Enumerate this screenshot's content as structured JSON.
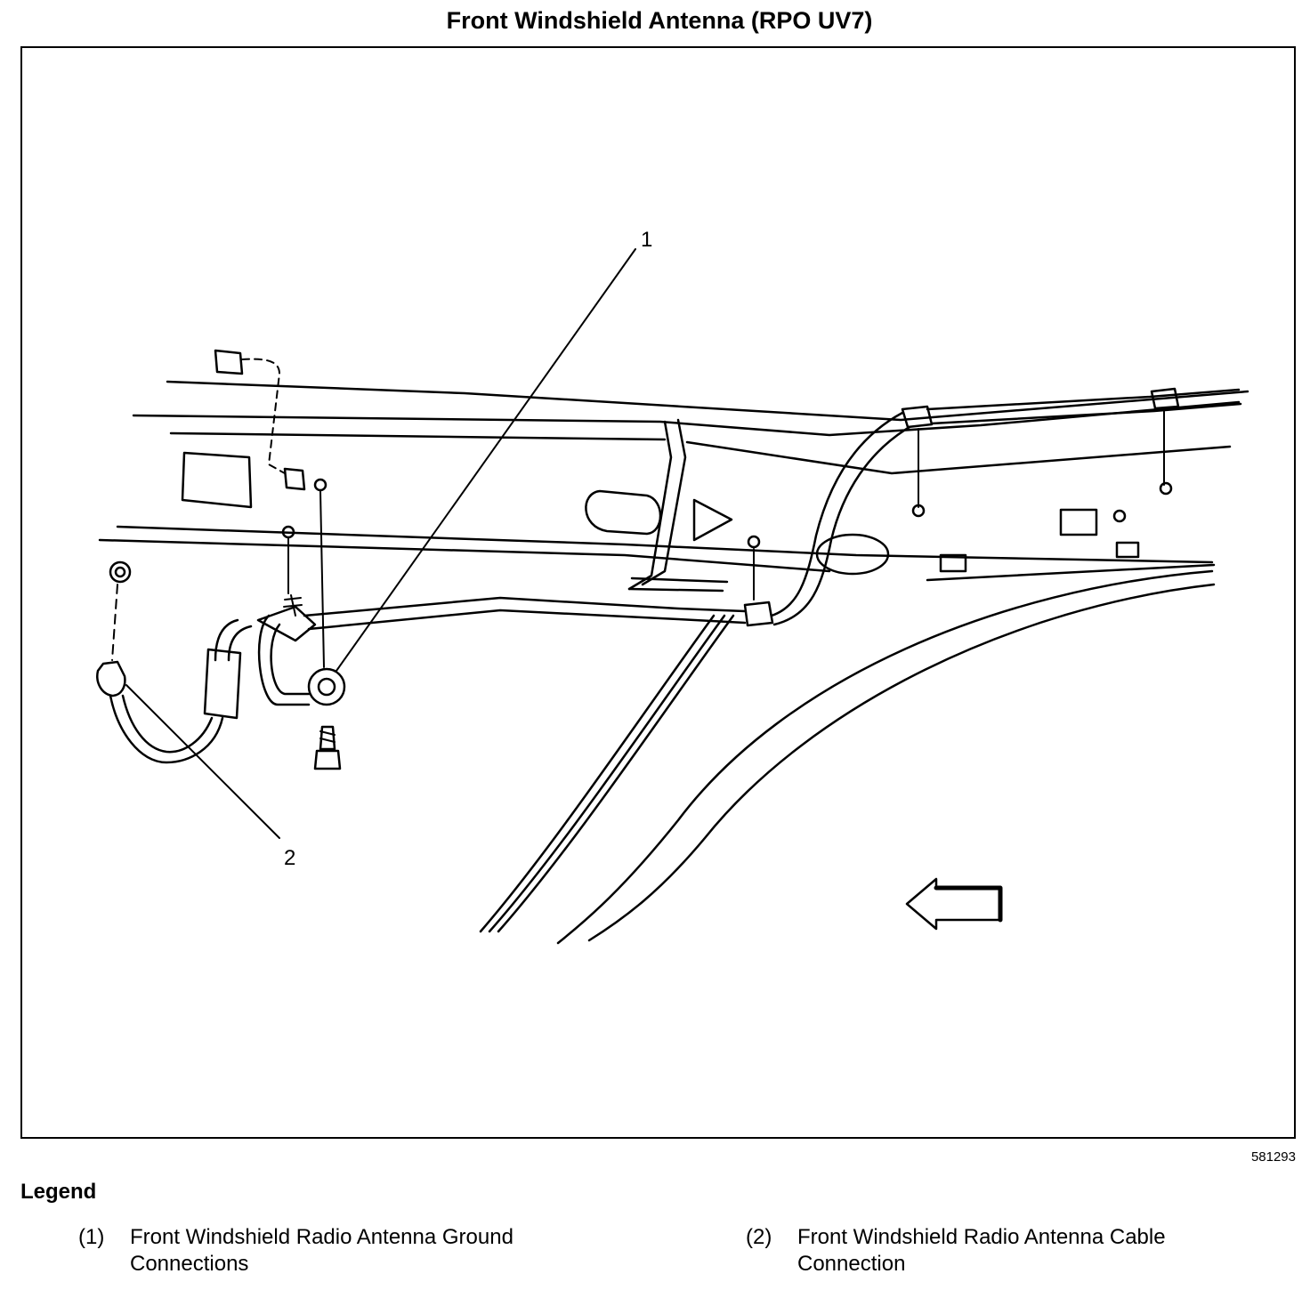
{
  "title": "Front Windshield Antenna (RPO UV7)",
  "figure_id": "581293",
  "callouts": [
    "1",
    "2"
  ],
  "legend": {
    "heading": "Legend",
    "items": [
      {
        "num": "(1)",
        "text": "Front Windshield Radio Antenna Ground Connections"
      },
      {
        "num": "(2)",
        "text": "Front Windshield Radio Antenna Cable Connection"
      }
    ]
  }
}
